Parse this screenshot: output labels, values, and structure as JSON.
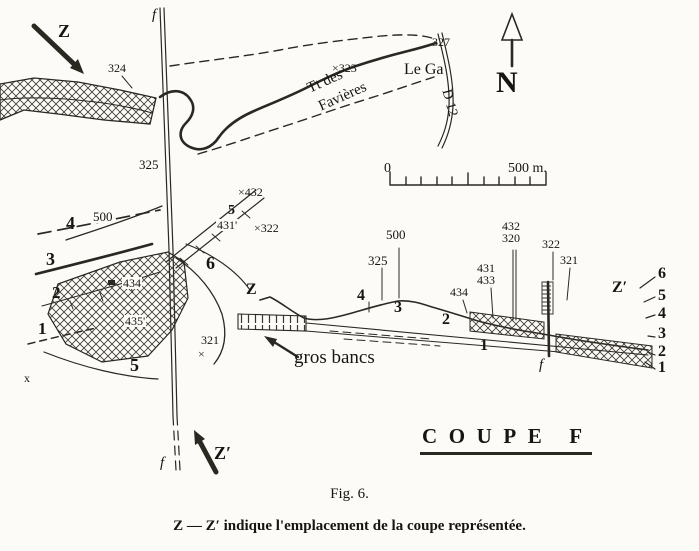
{
  "figure": {
    "fig_label": "Fig. 6.",
    "caption": "Z — Z′ indique l'emplacement de la coupe représentée."
  },
  "map": {
    "section_line": {
      "start_label": "Z",
      "end_label": "Z′"
    },
    "fault": {
      "top_label": "f",
      "bottom_label": "f"
    },
    "north_label": "N",
    "scale_bar": {
      "zero": "0",
      "end": "500 m."
    },
    "toponyms": {
      "stream_line1": "Tt des",
      "stream_line2": "Favières",
      "le_ga": "Le Ga",
      "road": "D 12"
    },
    "points": {
      "p324": "324",
      "p323": "×323",
      "p327": "327",
      "p325": "325",
      "p500": "500",
      "p434": "434",
      "p435": "435'",
      "p432": "×432",
      "p431": "431'",
      "p322": "×322",
      "p321": "321",
      "p321_mark": "×",
      "stray_mark": "x"
    },
    "units": {
      "u1": "1",
      "u2": "2",
      "u3": "3",
      "u4": "4",
      "u5": "5",
      "u5b": "5",
      "u6": "6"
    }
  },
  "section": {
    "title": {
      "coupe": "COUPE",
      "f": "F"
    },
    "ends": {
      "left": "Z",
      "right": "Z′"
    },
    "fault_label": "f",
    "annotation": "gros bancs",
    "points": {
      "p500": "500",
      "p325": "325",
      "p434": "434",
      "p431": "431",
      "p433": "433",
      "p432": "432",
      "p320": "320",
      "p322": "322",
      "p321": "321"
    },
    "units": {
      "u1": "1",
      "u2": "2",
      "u3": "3",
      "u4": "4"
    },
    "right_scale": {
      "r1": "1",
      "r2": "2",
      "r3": "3",
      "r4": "4",
      "r5": "5",
      "r6": "6"
    }
  }
}
